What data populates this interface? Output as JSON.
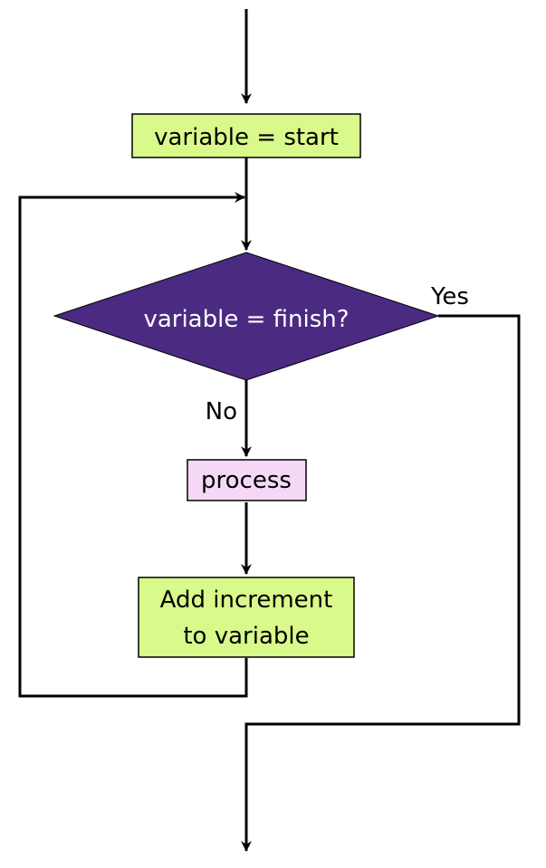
{
  "nodes": {
    "init": {
      "text": "variable = start",
      "fill": "#d9f98a"
    },
    "decision": {
      "text": "variable = finish?",
      "fill": "#4b2a82",
      "text_color": "#ffffff"
    },
    "process": {
      "text": "process",
      "fill": "#f5d8f5"
    },
    "increment": {
      "line1": "Add increment",
      "line2": "to variable",
      "fill": "#d9f98a"
    }
  },
  "edges": {
    "yes_label": "Yes",
    "no_label": "No"
  }
}
